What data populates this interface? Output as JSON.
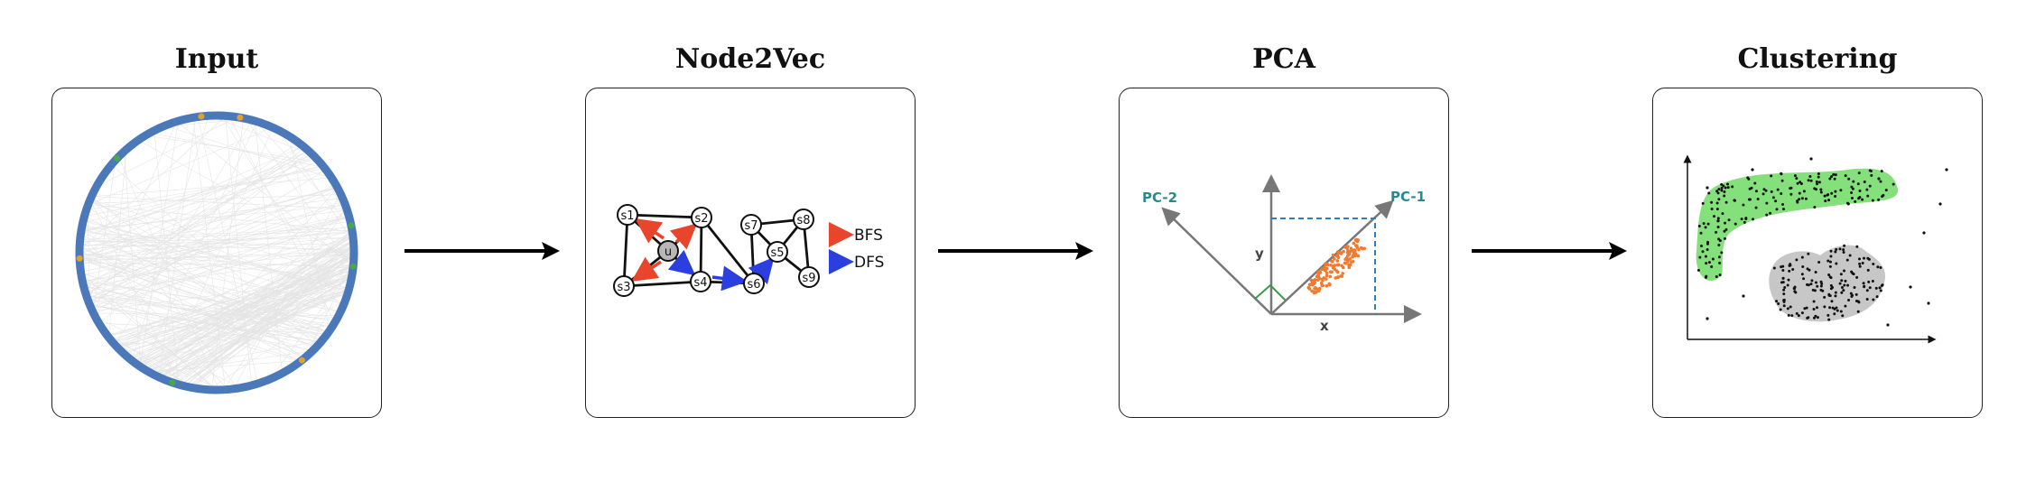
{
  "stages": [
    {
      "title": "Input"
    },
    {
      "title": "Node2Vec"
    },
    {
      "title": "PCA"
    },
    {
      "title": "Clustering"
    }
  ],
  "node2vec": {
    "nodes": [
      "s1",
      "s2",
      "s3",
      "s4",
      "s5",
      "s6",
      "s7",
      "s8",
      "s9",
      "u"
    ],
    "legend": {
      "bfs": "BFS",
      "dfs": "DFS"
    },
    "colors": {
      "bfs": "#e8452c",
      "dfs": "#2b3fe0",
      "center": "#b7b7b7"
    }
  },
  "pca": {
    "pc1_label": "PC-1",
    "pc2_label": "PC-2",
    "x_label": "x",
    "y_label": "y",
    "colors": {
      "pc": "#2a8a8a",
      "points": "#f07a30",
      "dashes": "#2a7fbf"
    }
  },
  "clustering": {
    "colors": {
      "cluster1": "#84e07a",
      "cluster2": "#c7c7c7"
    }
  },
  "input": {
    "colors": {
      "ring": "#4a78b8"
    }
  }
}
